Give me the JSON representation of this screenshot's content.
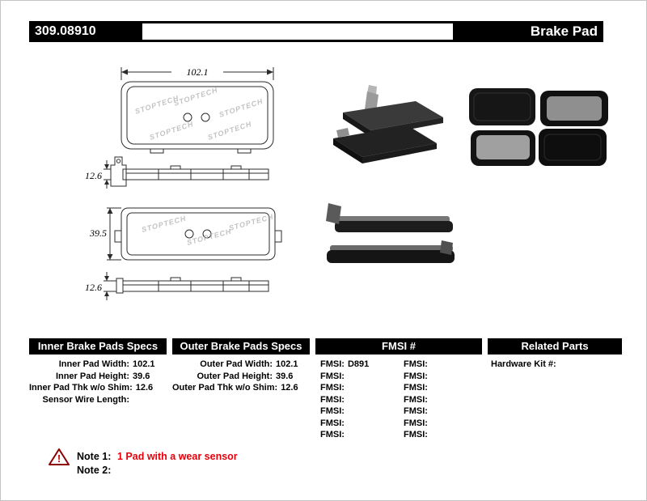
{
  "header": {
    "part_number": "309.08910",
    "title": "Brake Pad"
  },
  "drawings": {
    "watermark": "STOPTECH",
    "dims": {
      "pad_width": "102.1",
      "pad_thk_top": "12.6",
      "pad_height": "39.5",
      "pad_thk_bottom": "12.6"
    }
  },
  "specs": {
    "inner": {
      "header": "Inner Brake Pads Specs",
      "rows": [
        {
          "label": "Inner Pad Width:",
          "value": "102.1"
        },
        {
          "label": "Inner Pad Height:",
          "value": "39.6"
        },
        {
          "label": "Inner Pad Thk w/o Shim:",
          "value": "12.6"
        },
        {
          "label": "Sensor Wire Length:",
          "value": ""
        }
      ]
    },
    "outer": {
      "header": "Outer Brake Pads Specs",
      "rows": [
        {
          "label": "Outer Pad Width:",
          "value": "102.1"
        },
        {
          "label": "Outer Pad Height:",
          "value": "39.6"
        },
        {
          "label": "Outer Pad Thk w/o Shim:",
          "value": "12.6"
        }
      ]
    },
    "fmsi": {
      "header": "FMSI #",
      "left": [
        {
          "label": "FMSI:",
          "value": "D891"
        },
        {
          "label": "FMSI:",
          "value": ""
        },
        {
          "label": "FMSI:",
          "value": ""
        },
        {
          "label": "FMSI:",
          "value": ""
        },
        {
          "label": "FMSI:",
          "value": ""
        },
        {
          "label": "FMSI:",
          "value": ""
        },
        {
          "label": "FMSI:",
          "value": ""
        }
      ],
      "right": [
        {
          "label": "FMSI:",
          "value": ""
        },
        {
          "label": "FMSI:",
          "value": ""
        },
        {
          "label": "FMSI:",
          "value": ""
        },
        {
          "label": "FMSI:",
          "value": ""
        },
        {
          "label": "FMSI:",
          "value": ""
        },
        {
          "label": "FMSI:",
          "value": ""
        },
        {
          "label": "FMSI:",
          "value": ""
        }
      ]
    },
    "related": {
      "header": "Related Parts",
      "rows": [
        {
          "label": "Hardware Kit #:",
          "value": ""
        }
      ]
    }
  },
  "notes": {
    "warning_glyph": "!",
    "note1_label": "Note 1:",
    "note1_text": "1 Pad with a wear sensor",
    "note2_label": "Note 2:"
  }
}
